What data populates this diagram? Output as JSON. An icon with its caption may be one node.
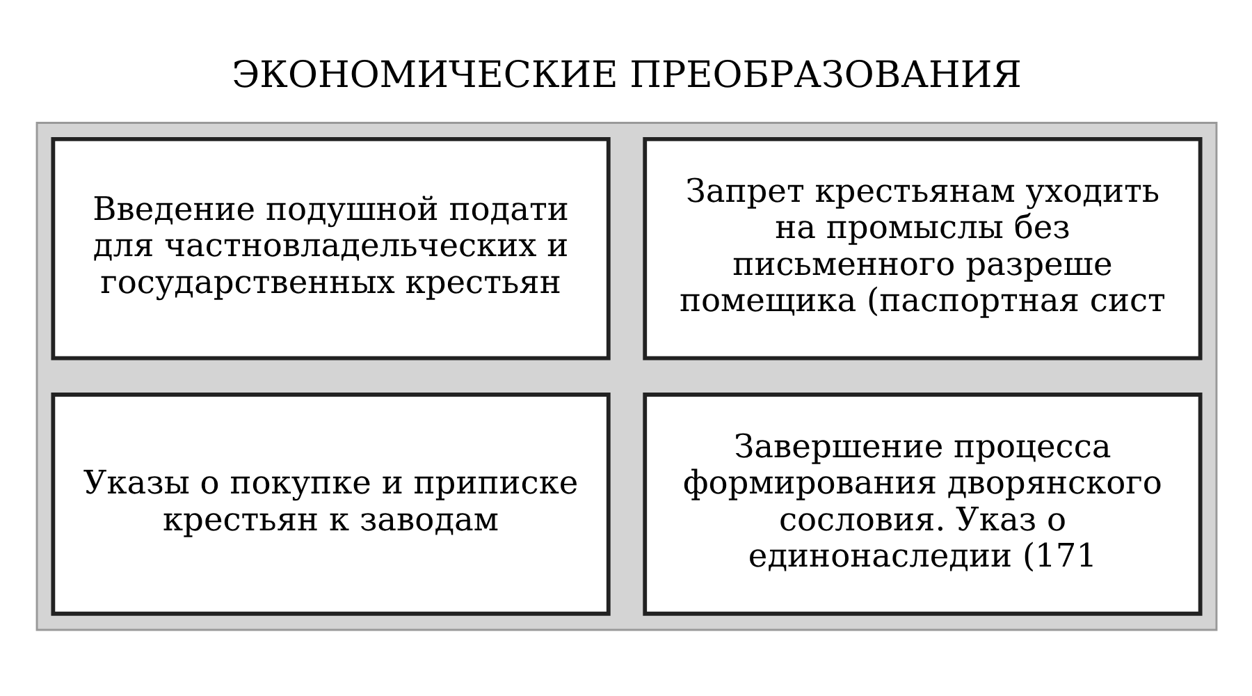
{
  "diagram": {
    "title": "ЭКОНОМИЧЕСКИЕ ПРЕОБРАЗОВАНИЯ",
    "nodes": [
      {
        "text": [],
        "shape": "box"
      },
      {
        "text": [
          "Введение подушной подати для частновладельческих и государственных крестьян"
        ],
        "in": 0
      },
      {
        "text": [
          "Запрет крестьянам уходить на промыслы без письменного разреше помещика (паспортная сист"
        ],
        "in": 0
      },
      {
        "text": [
          "Указы о покупке и приписке крестьян к заводам"
        ],
        "in": 0
      },
      {
        "text": [
          "Завершение процесса формирования дворянского сословия. Указ о единонаследии (171"
        ],
        "in": 0
      }
    ],
    "edges": []
  }
}
